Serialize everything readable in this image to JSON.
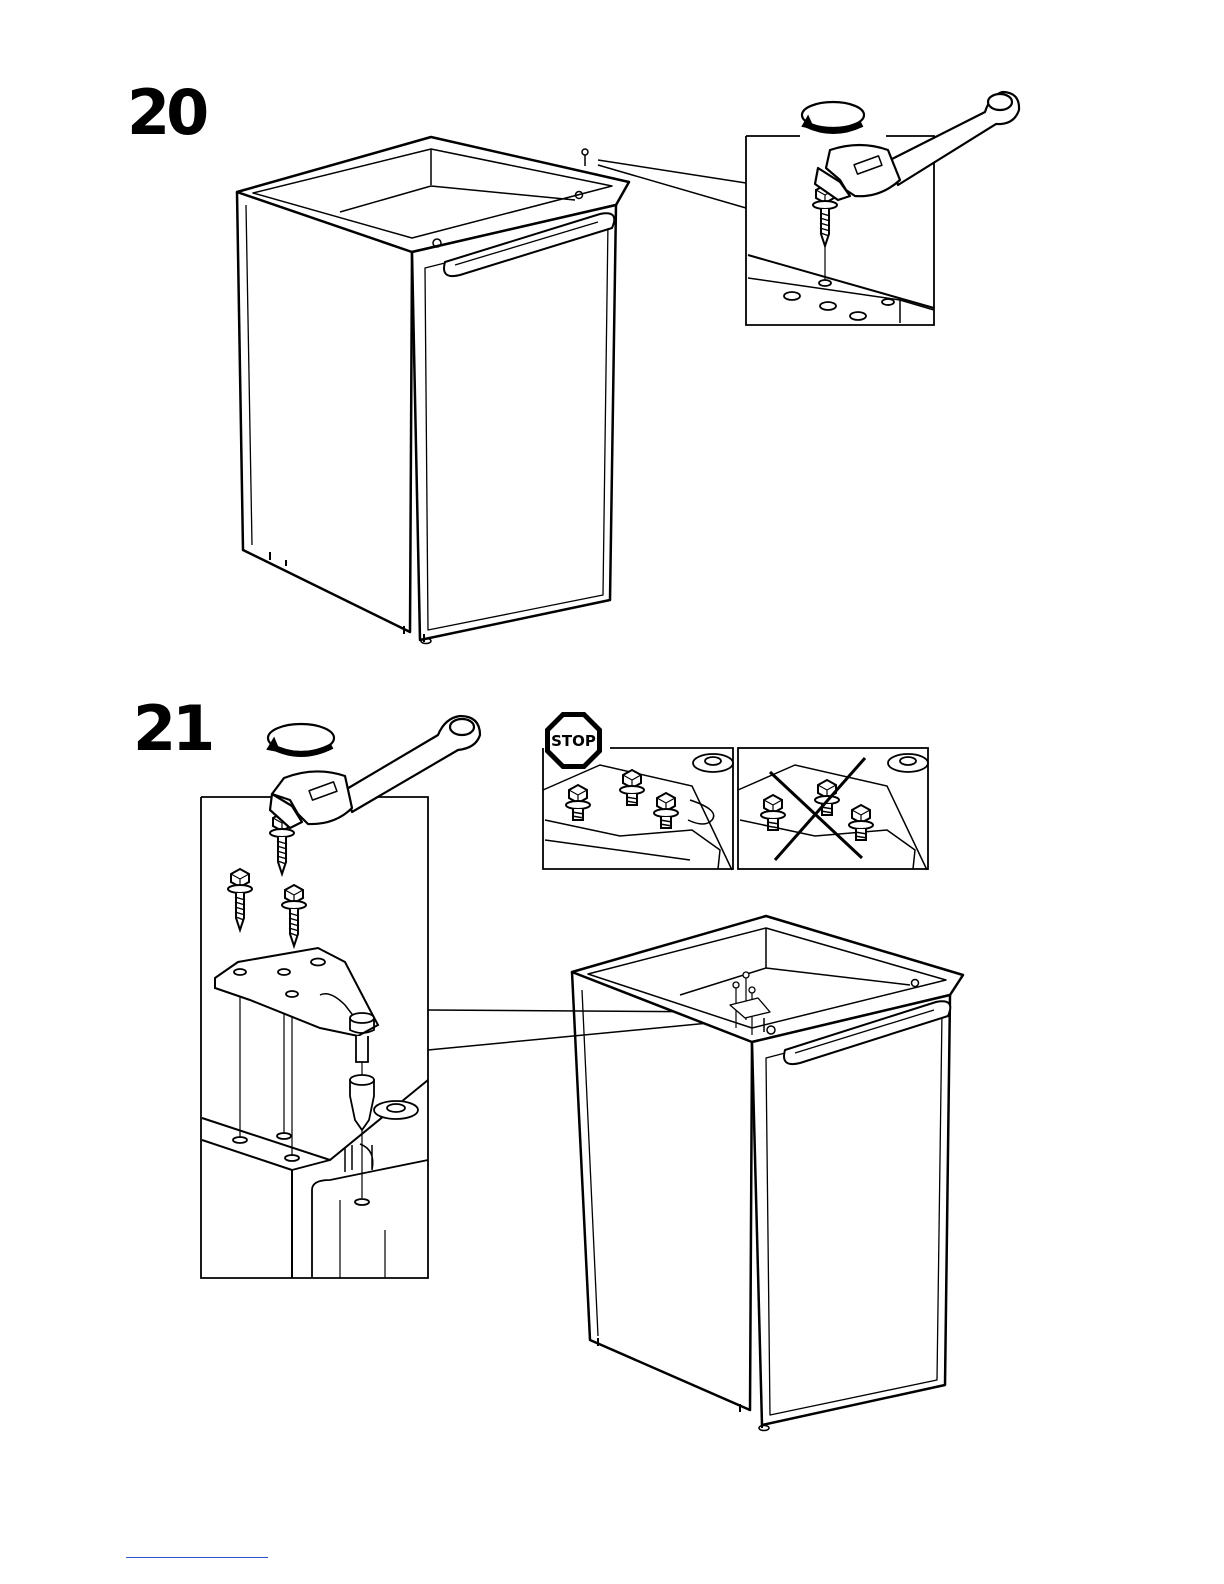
{
  "steps": [
    {
      "number": "20"
    },
    {
      "number": "21"
    }
  ],
  "warning": {
    "stop_label": "STOP"
  },
  "icons": {
    "rotate": "rotate-counterclockwise-icon",
    "tool": "adjustable-wrench-icon",
    "fastener": "hex-screw-icon",
    "stop": "stop-sign-icon",
    "wrong": "cross-out-icon"
  },
  "colors": {
    "ink": "#000000",
    "paper": "#ffffff",
    "link": "#3355cc"
  }
}
